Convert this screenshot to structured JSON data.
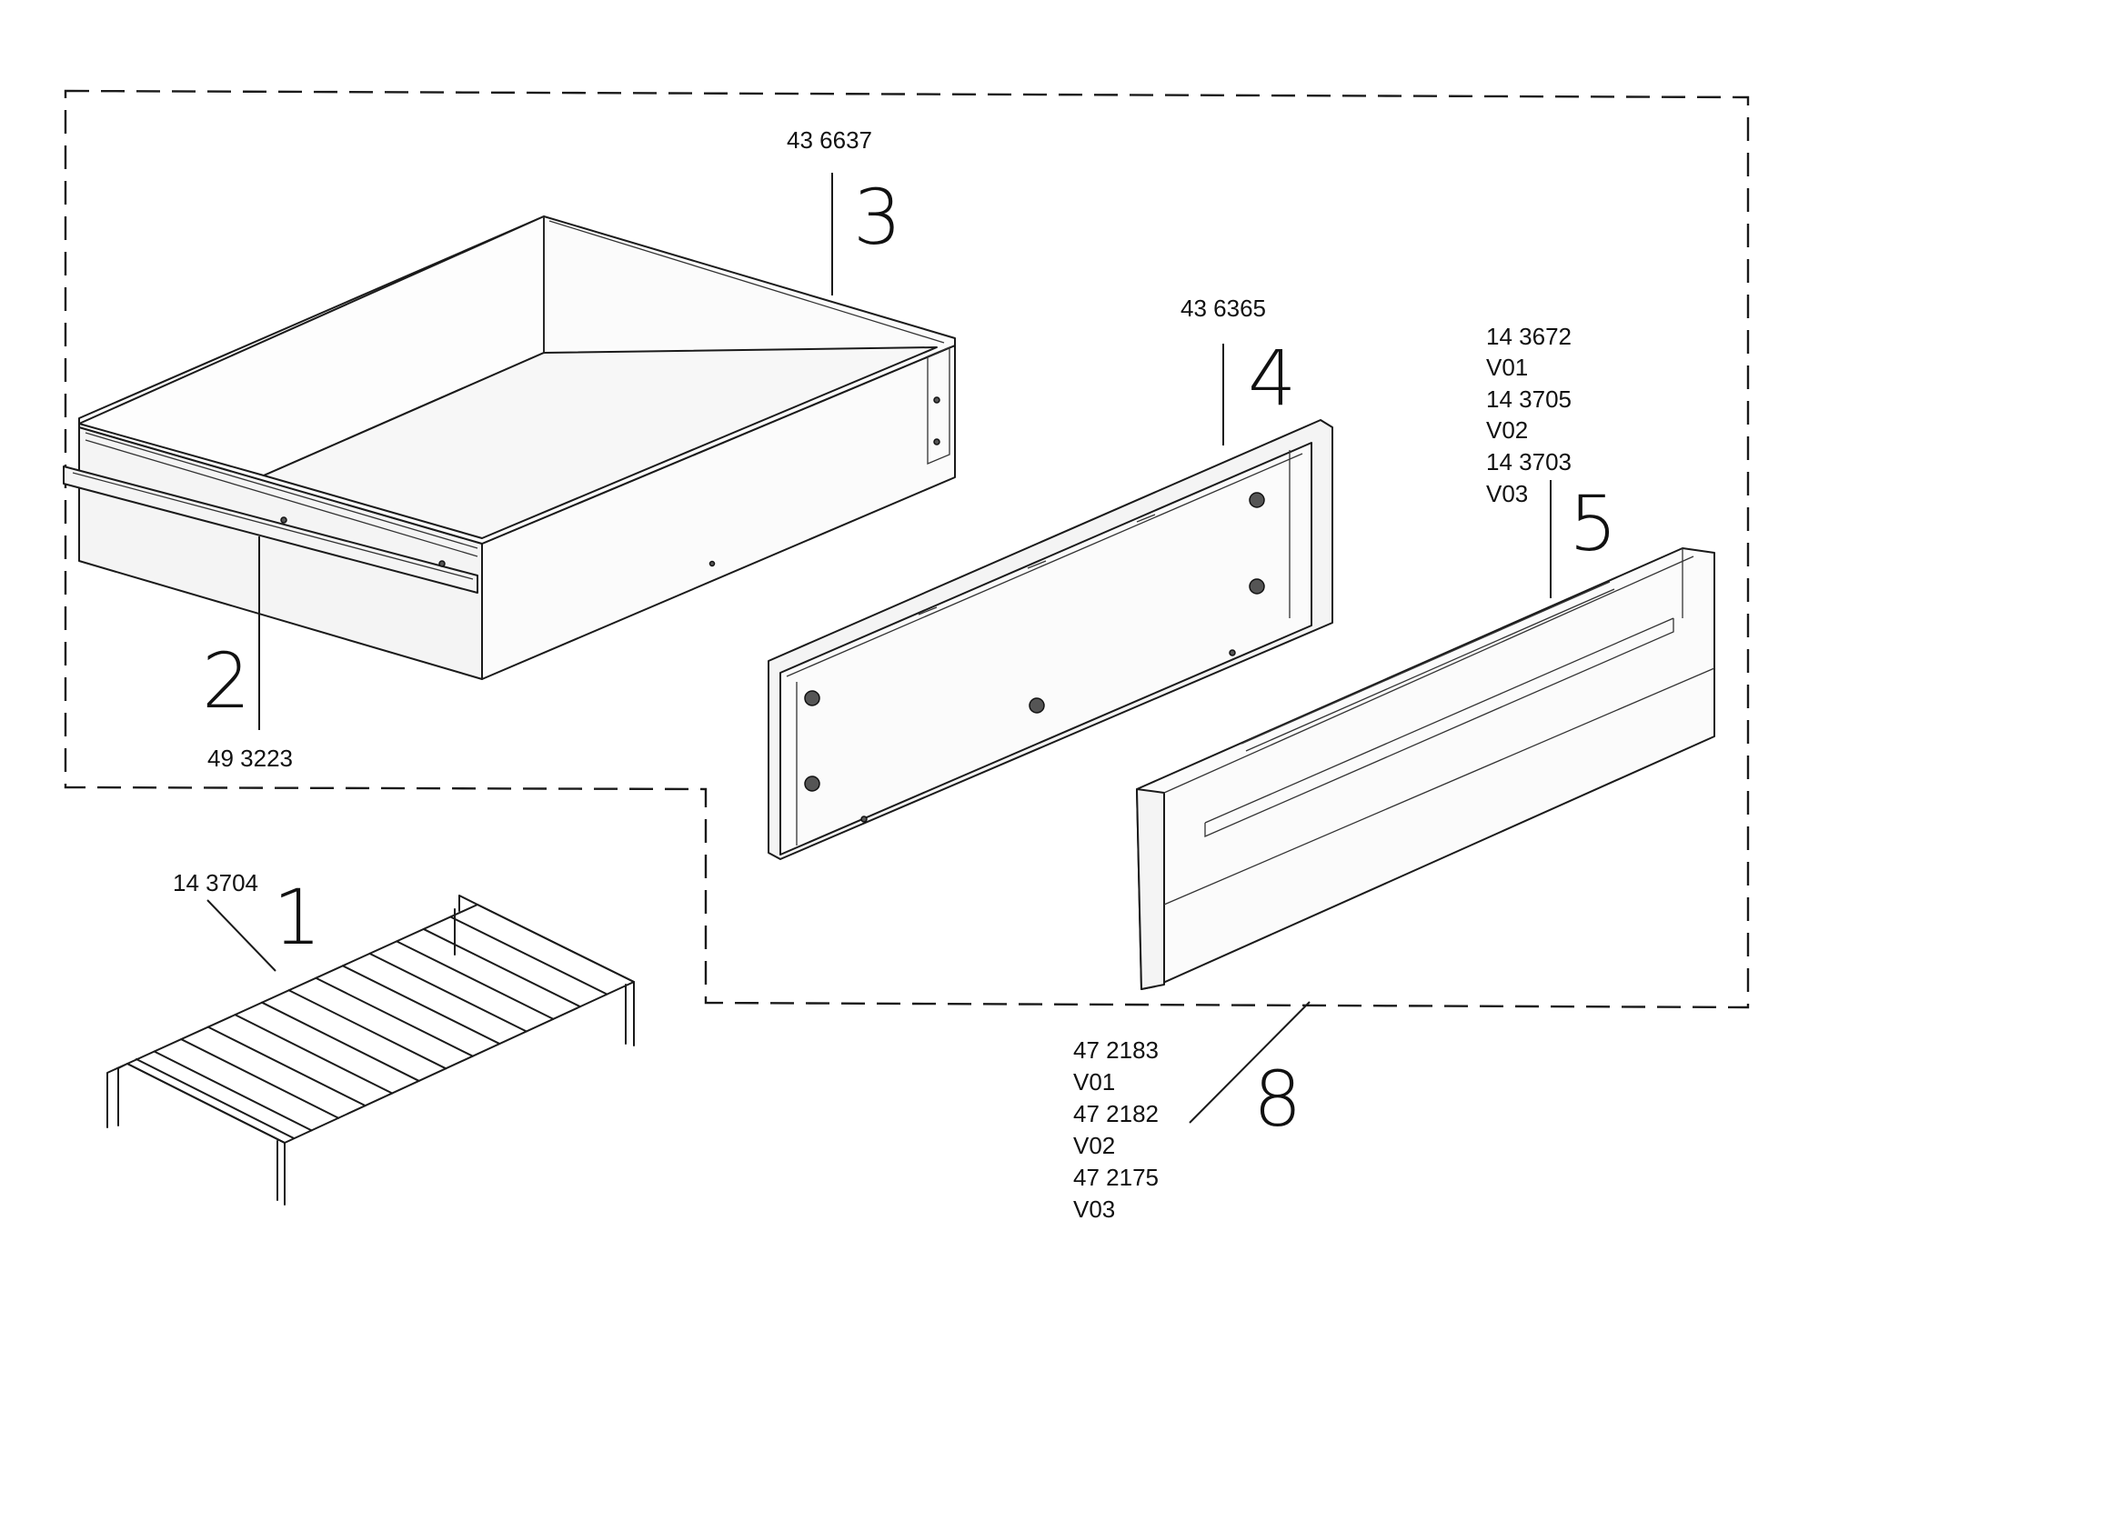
{
  "parts": {
    "rack": {
      "index": "1",
      "part_numbers": [
        "14 3704"
      ]
    },
    "slide_rail": {
      "index": "2",
      "part_numbers": [
        "49 3223"
      ]
    },
    "drawer_box": {
      "index": "3",
      "part_numbers": [
        "43 6637"
      ]
    },
    "inner_panel": {
      "index": "4",
      "part_numbers": [
        "43 6365"
      ]
    },
    "front_panel": {
      "index": "5",
      "part_numbers": [
        "14 3672",
        "V01",
        "14 3705",
        "V02",
        "14 3703",
        "V03"
      ]
    },
    "drawer_assembly": {
      "index": "8",
      "part_numbers": [
        "47 2183",
        "V01",
        "47 2182",
        "V02",
        "47 2175",
        "V03"
      ]
    }
  }
}
